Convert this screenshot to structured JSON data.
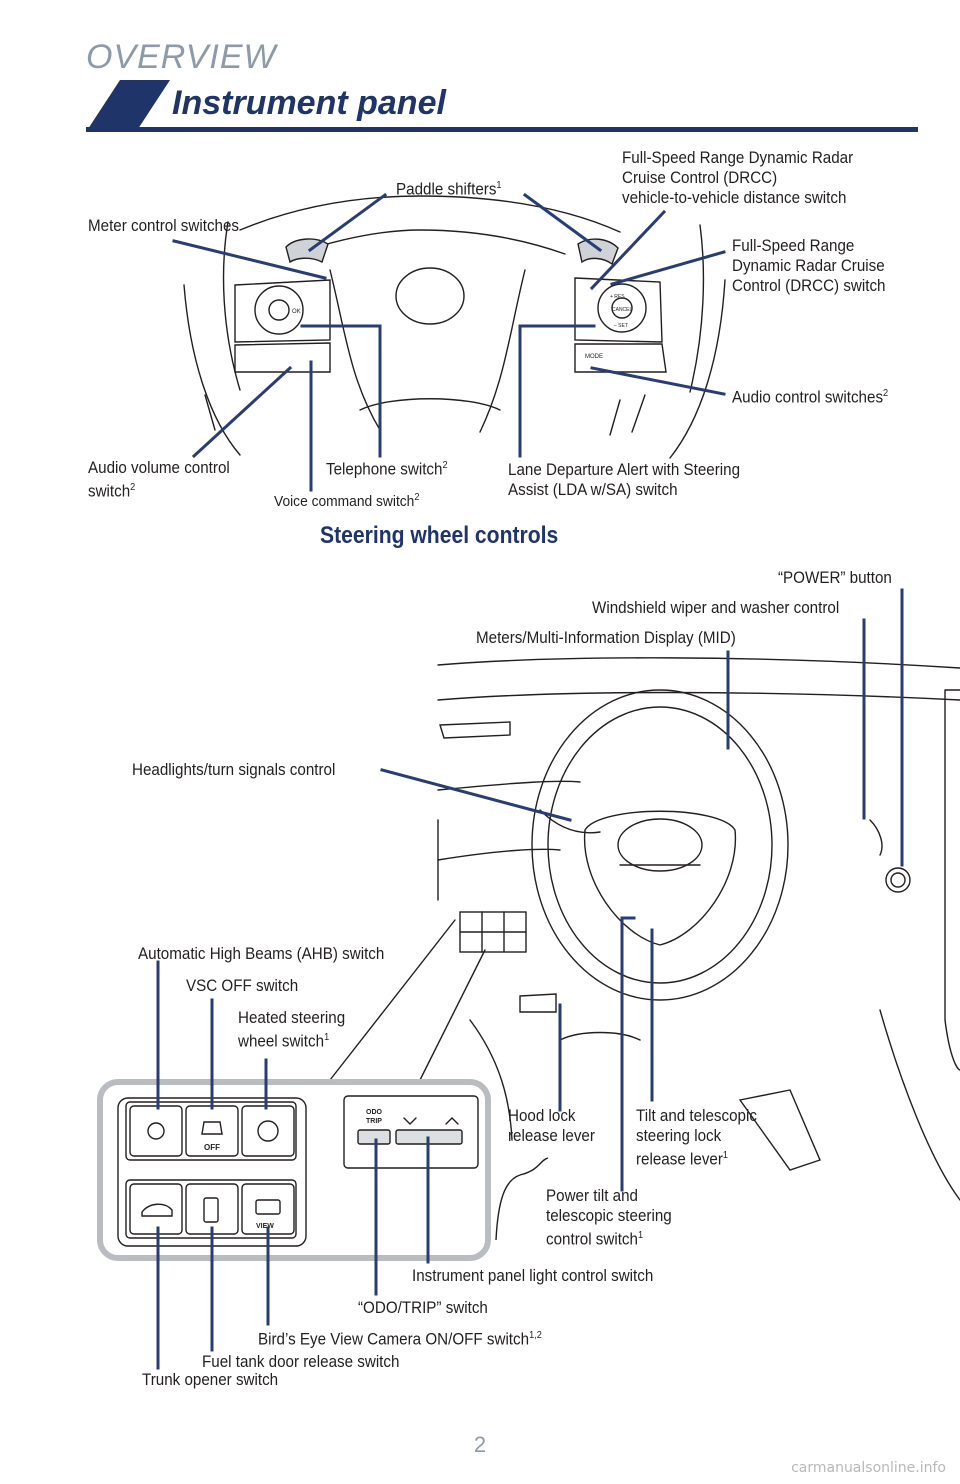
{
  "header": {
    "section": "OVERVIEW",
    "title": "Instrument panel"
  },
  "steering": {
    "section_title": "Steering wheel controls",
    "labels": {
      "paddle": "Paddle shifters",
      "paddle_sup": "1",
      "meter": "Meter control switches",
      "drcc_distance_1": "Full-Speed Range Dynamic Radar",
      "drcc_distance_2": "Cruise Control (DRCC)",
      "drcc_distance_3": "vehicle-to-vehicle distance switch",
      "drcc_switch_1": "Full-Speed Range",
      "drcc_switch_2": "Dynamic Radar Cruise",
      "drcc_switch_3": "Control (DRCC) switch",
      "audio_control": "Audio control switches",
      "audio_control_sup": "2",
      "audio_volume_1": "Audio volume control",
      "audio_volume_2": "switch",
      "audio_volume_sup": "2",
      "telephone": "Telephone switch",
      "telephone_sup": "2",
      "voice": "Voice command switch",
      "voice_sup": "2",
      "lda_1": "Lane Departure Alert with Steering",
      "lda_2": "Assist (LDA w/SA) switch"
    },
    "buttons": {
      "ok": "OK",
      "mode": "MODE",
      "res": "+ RES",
      "cancel": "CANCEL",
      "set": "– SET"
    }
  },
  "dash": {
    "labels": {
      "power": "“POWER” button",
      "wiper": "Windshield wiper and washer control",
      "meters": "Meters/Multi-Information Display (MID)",
      "headlights": "Headlights/turn signals control",
      "ahb": "Automatic High Beams (AHB) switch",
      "vsc": "VSC OFF switch",
      "heated_1": "Heated steering",
      "heated_2": "wheel switch",
      "heated_sup": "1",
      "hood_1": "Hood lock",
      "hood_2": "release lever",
      "tilt_1": "Tilt and telescopic",
      "tilt_2": "steering lock",
      "tilt_3": "release lever",
      "tilt_sup": "1",
      "power_tilt_1": "Power tilt and",
      "power_tilt_2": "telescopic steering",
      "power_tilt_3": "control switch",
      "power_tilt_sup": "1",
      "panel_light": "Instrument panel light control switch",
      "odo": "“ODO/TRIP” switch",
      "birds_eye": "Bird’s Eye View Camera ON/OFF switch",
      "birds_eye_sup": "1,2",
      "fuel": "Fuel tank door release switch",
      "trunk": "Trunk opener switch"
    },
    "switch_text": {
      "off": "OFF",
      "view": "VIEW",
      "odo_1": "ODO",
      "odo_2": "TRIP"
    }
  },
  "footer": {
    "page_number": "2",
    "watermark": "carmanualsonline.info"
  },
  "colors": {
    "accent_navy": "#1f3468",
    "leader_line": "#2a3d73",
    "overview_gray": "#8e9aa8"
  }
}
